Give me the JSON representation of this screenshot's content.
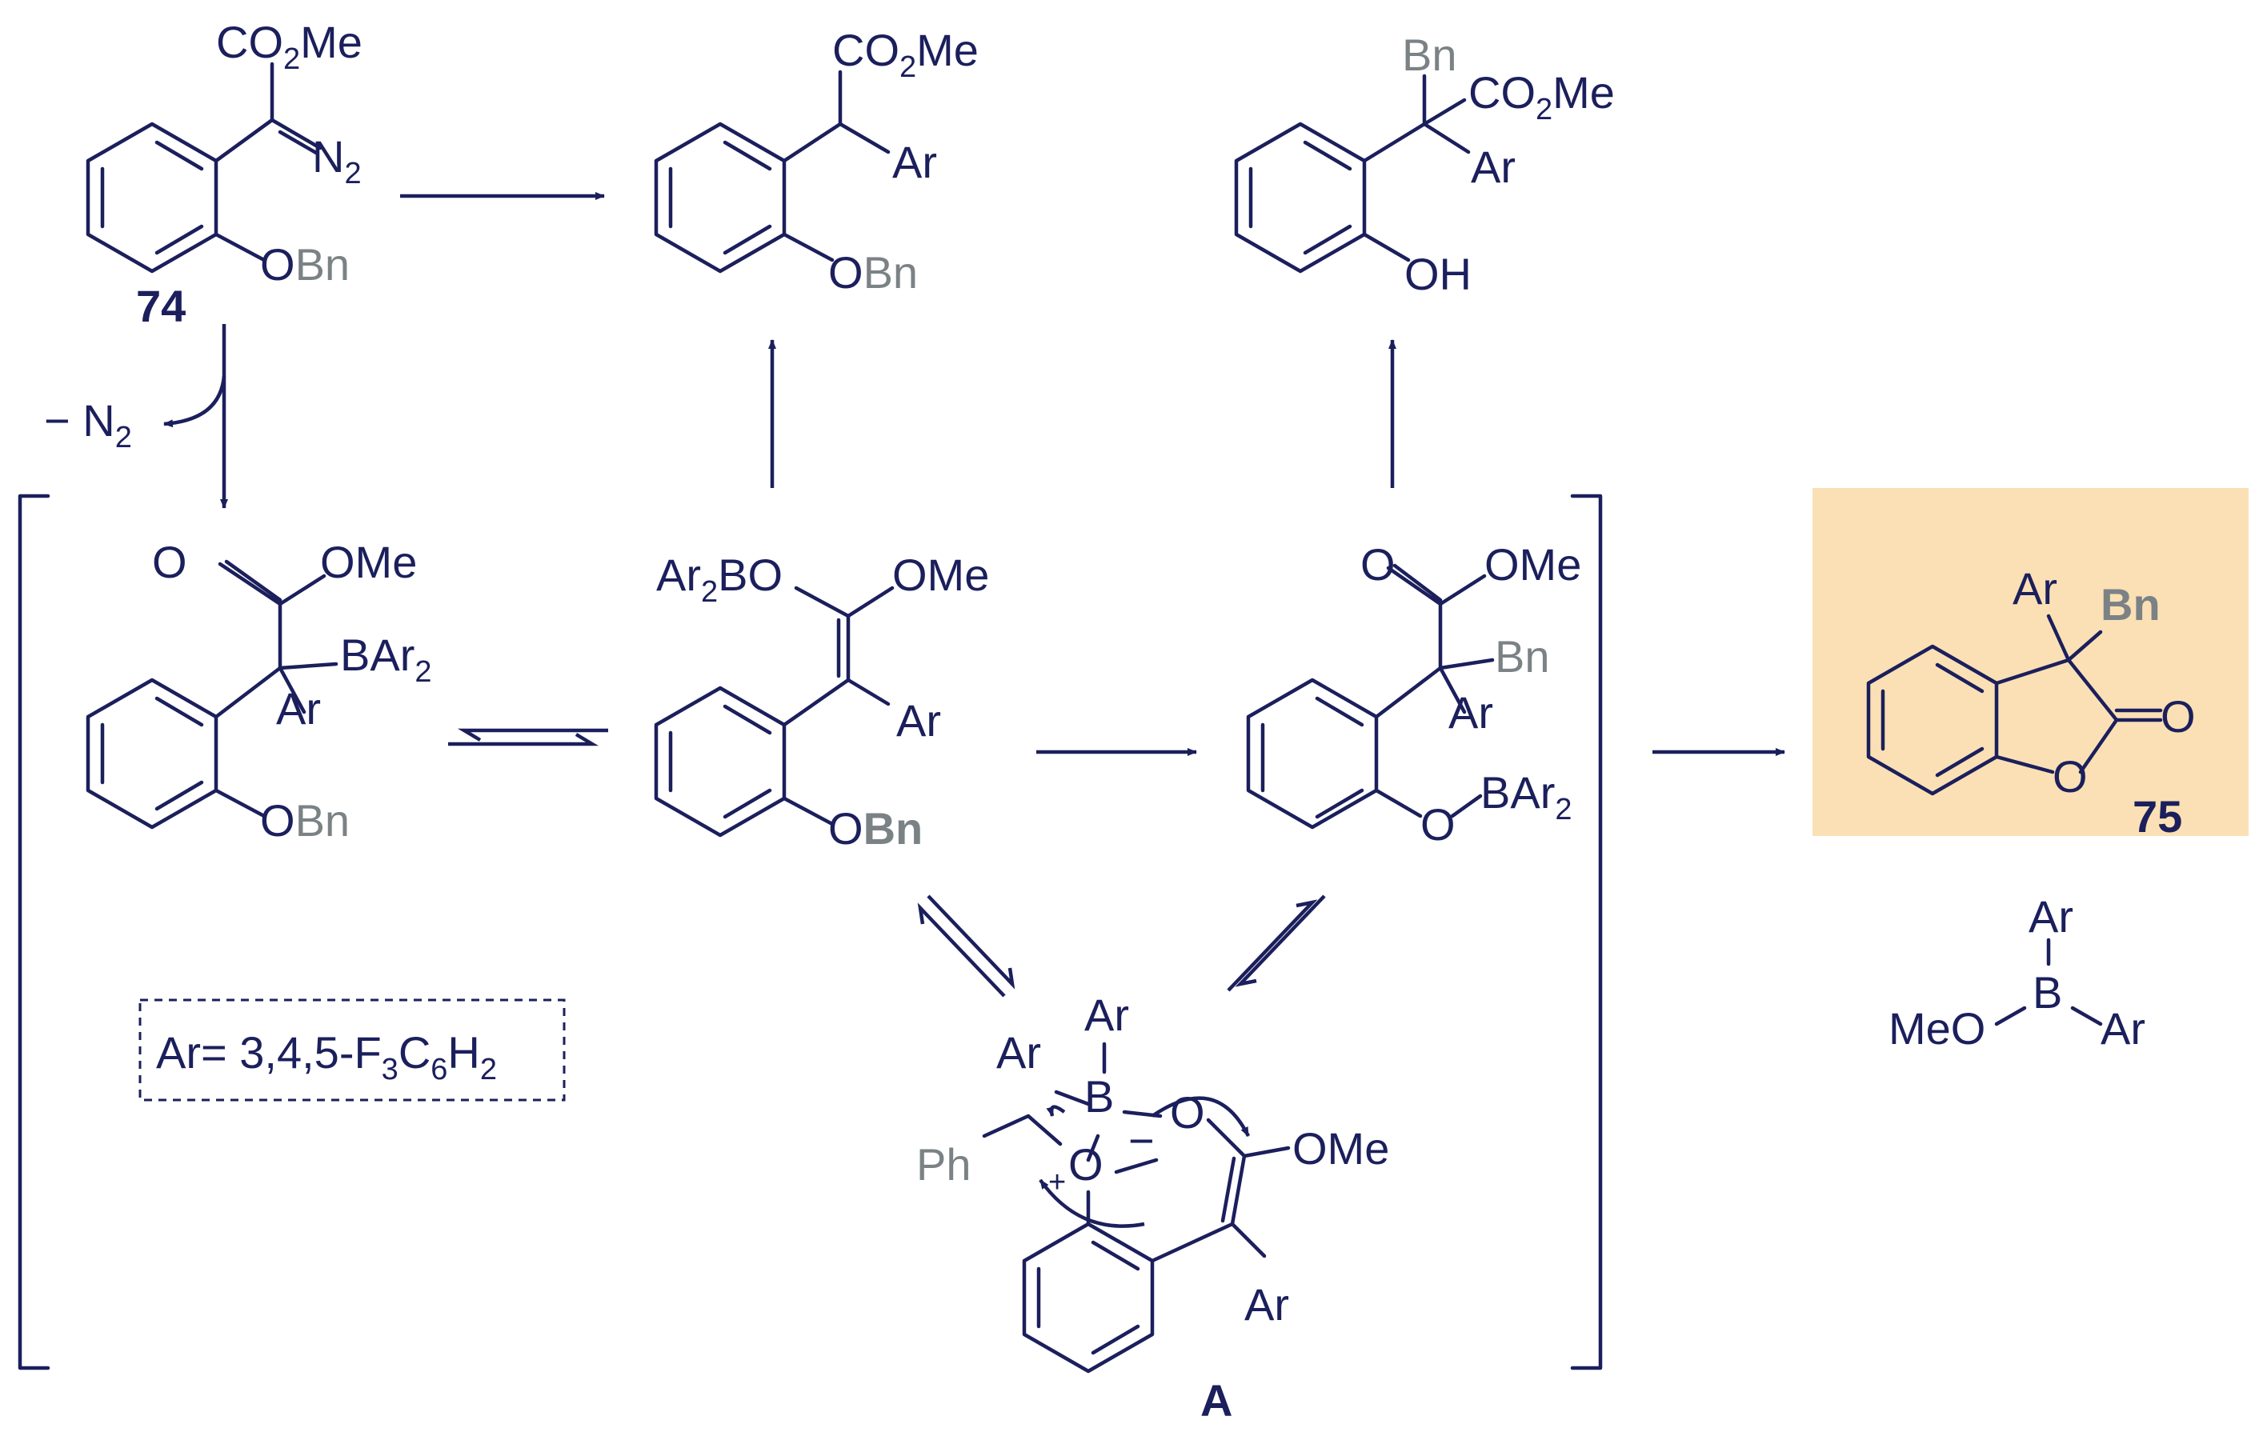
{
  "labels": {
    "co2me": "CO2Me",
    "co": "CO",
    "two": "2",
    "me": "Me",
    "n": "N",
    "o": "O",
    "bn": "Bn",
    "ar": "Ar",
    "ome": "OMe",
    "oh": "OH",
    "b": "B",
    "ph": "Ph",
    "meo": "MeO",
    "bar": "BAr",
    "ar2bo_ar": "Ar",
    "ar2bo_bo": "BO",
    "minus": "−",
    "plus": "+",
    "minus_n": "− N"
  },
  "compounds": {
    "c74": "74",
    "c75": "75",
    "intA": "A"
  },
  "definition": {
    "ar_def_prefix": "Ar= 3,4,5-F",
    "f_sub": "3",
    "c": "C",
    "c_sub": "6",
    "h": "H",
    "h_sub": "2"
  },
  "colors": {
    "ink": "#1b1f5c",
    "grey_group": "#7b8285",
    "highlight": "#fbe0b5"
  }
}
